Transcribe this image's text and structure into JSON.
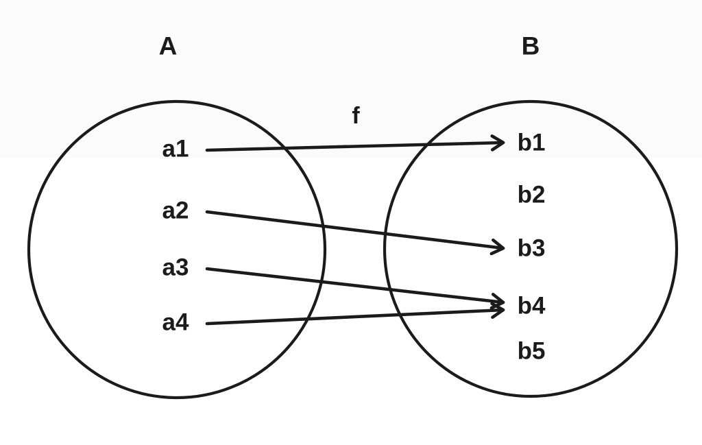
{
  "diagram": {
    "type": "set-mapping",
    "function_label": "f",
    "left_set": {
      "title": "A",
      "elements": [
        "a1",
        "a2",
        "a3",
        "a4"
      ]
    },
    "right_set": {
      "title": "B",
      "elements": [
        "b1",
        "b2",
        "b3",
        "b4",
        "b5"
      ]
    },
    "mappings": [
      {
        "from": "a1",
        "to": "b1"
      },
      {
        "from": "a2",
        "to": "b3"
      },
      {
        "from": "a3",
        "to": "b4"
      },
      {
        "from": "a4",
        "to": "b4"
      }
    ],
    "colors": {
      "stroke": "#1b1b1b",
      "background": "#ffffff"
    }
  }
}
